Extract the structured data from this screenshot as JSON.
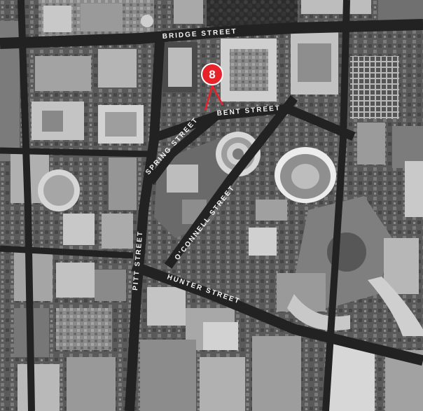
{
  "map": {
    "style": "grayscale aerial satellite view",
    "marker": {
      "label": "8",
      "color": "#e8222b",
      "icon": "map-pin-icon"
    },
    "streets": {
      "bridge": "BRIDGE STREET",
      "bent": "BENT STREET",
      "spring": "SPRING STREET",
      "oconnell": "O'CONNELL STREET",
      "pitt": "PITT STREET",
      "hunter": "HUNTER STREET"
    }
  }
}
